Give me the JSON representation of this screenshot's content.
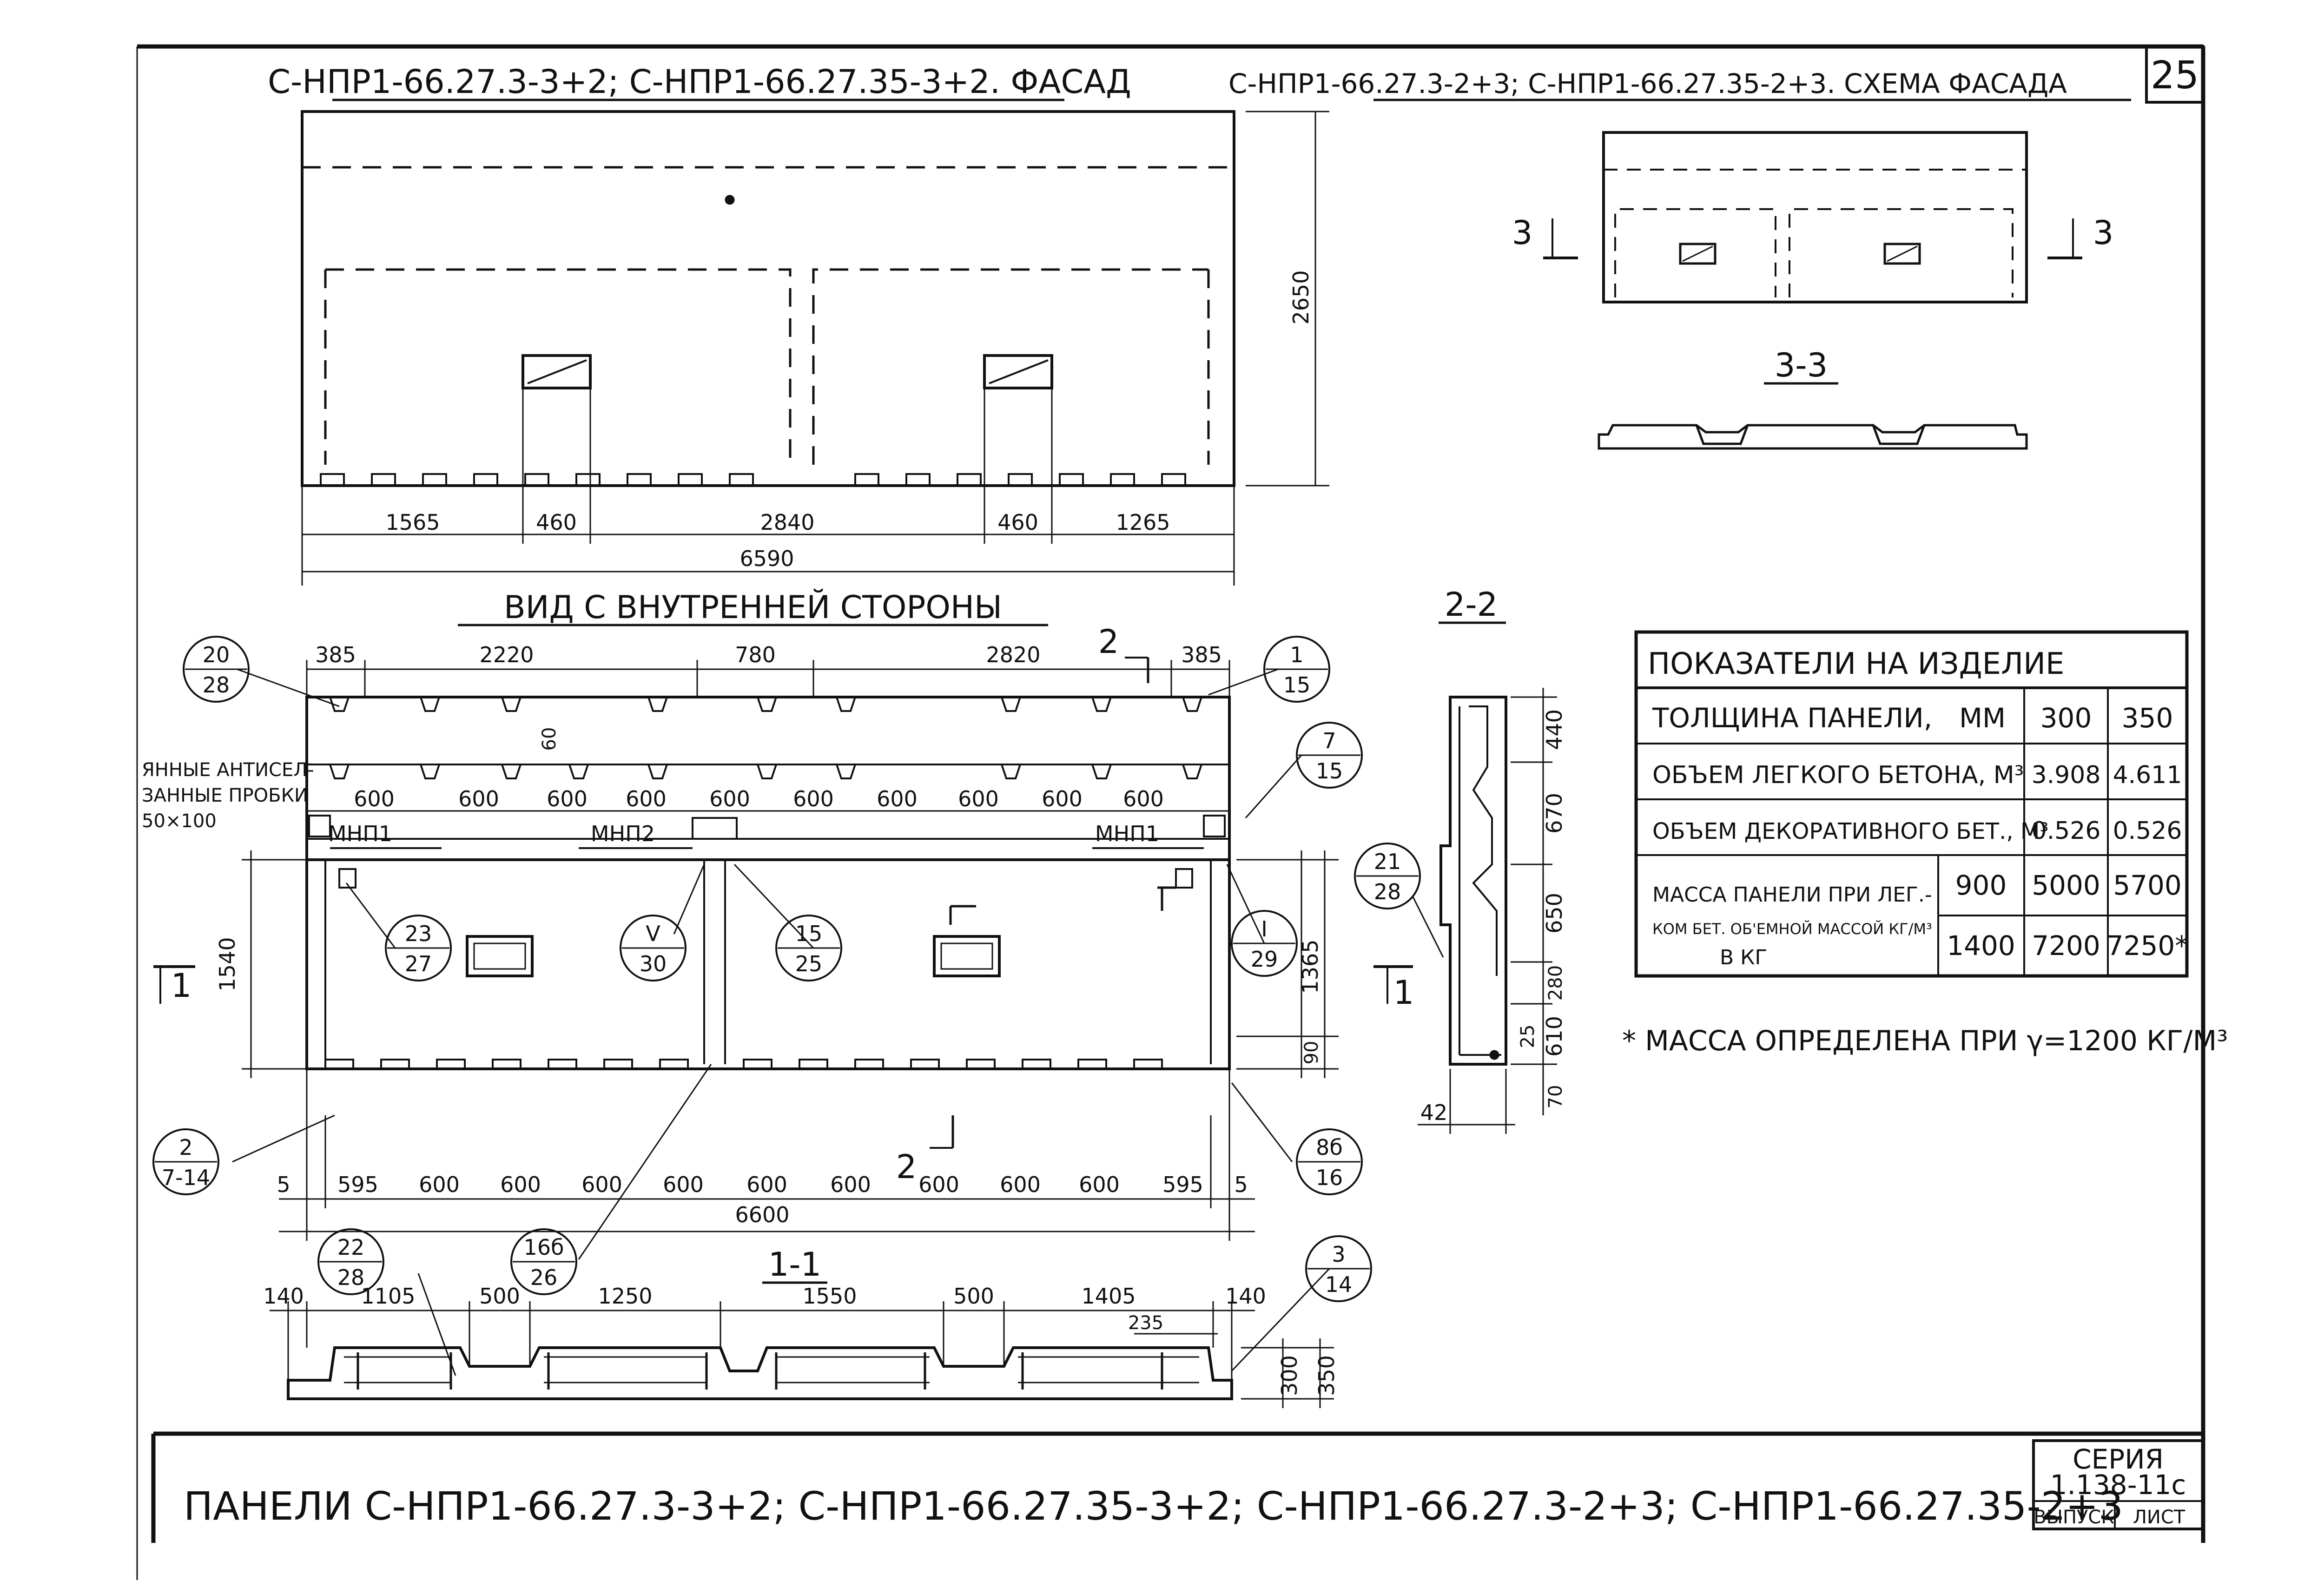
{
  "sheet_number": "25",
  "titles": {
    "facade": "С-НПР1-66.27.3-3+2; С-НПР1-66.27.35-3+2. ФАСАД",
    "facade_scheme": "С-НПР1-66.27.3-2+3; С-НПР1-66.27.35-2+3. СХЕМА ФАСАДА",
    "inner_view": "ВИД С ВНУТРЕННЕЙ СТОРОНЫ",
    "section_2": "2-2",
    "section_3": "3-3",
    "section_1": "1-1"
  },
  "facade_dims": {
    "segments": [
      "1565",
      "460",
      "2840",
      "460",
      "1265"
    ],
    "total": "6590",
    "height": "2650"
  },
  "inner_dims": {
    "top_segments": [
      "385",
      "2220",
      "780",
      "2820",
      "385"
    ],
    "sixty": "60",
    "row_600": [
      "600",
      "600",
      "600",
      "600",
      "600",
      "600",
      "600",
      "600",
      "600",
      "600"
    ],
    "bottom_segments": [
      "5",
      "595",
      "600",
      "600",
      "600",
      "600",
      "600",
      "600",
      "600",
      "600",
      "600",
      "595",
      "5"
    ],
    "total": "6600",
    "left_height": "1540",
    "right_heights": [
      "1365",
      "90"
    ]
  },
  "inner_labels": {
    "mnp1_left": "МНП1",
    "mnp2": "МНП2",
    "mnp1_right": "МНП1",
    "side_note_1": "ЯННЫЕ АНТИСЕЛ-",
    "side_note_2": "ЗАННЫЕ ПРОБКИ",
    "side_note_3": "50×100"
  },
  "callouts": [
    {
      "top": "20",
      "bottom": "28"
    },
    {
      "top": "1",
      "bottom": "15"
    },
    {
      "top": "7",
      "bottom": "15"
    },
    {
      "top": "23",
      "bottom": "27"
    },
    {
      "top": "V",
      "bottom": "30"
    },
    {
      "top": "15",
      "bottom": "25"
    },
    {
      "top": "I",
      "bottom": "29"
    },
    {
      "top": "21",
      "bottom": "28"
    },
    {
      "top": "2",
      "bottom": "7-14"
    },
    {
      "top": "8б",
      "bottom": "16"
    },
    {
      "top": "22",
      "bottom": "28"
    },
    {
      "top": "16б",
      "bottom": "26"
    },
    {
      "top": "3",
      "bottom": "14"
    }
  ],
  "section_marks": {
    "one": "1",
    "two": "2",
    "three": "3"
  },
  "section_22_dims": [
    "440",
    "670",
    "650",
    "280",
    "610",
    "25",
    "70",
    "42"
  ],
  "section_11_dims": [
    "140",
    "1105",
    "500",
    "1250",
    "1550",
    "500",
    "1405",
    "140",
    "235",
    "300",
    "350"
  ],
  "table": {
    "title": "ПОКАЗАТЕЛИ НА ИЗДЕЛИЕ",
    "rows": [
      {
        "label": "ТОЛЩИНА ПАНЕЛИ,",
        "unit": "ММ",
        "v300": "300",
        "v350": "350"
      },
      {
        "label": "ОБЪЕМ ЛЕГКОГО БЕТОНА, М³",
        "v300": "3.908",
        "v350": "4.611"
      },
      {
        "label": "ОБЪЕМ ДЕКОРАТИВНОГО БЕТ., М³",
        "v300": "0.526",
        "v350": "0.526"
      }
    ],
    "mass_label_1": "МАССА ПАНЕЛИ ПРИ ЛЕГ.-",
    "mass_label_2": "КОМ БЕТ. ОБ'ЕМНОЙ МАССОЙ КГ/М³",
    "mass_label_3": "В КГ",
    "mass_rows": [
      {
        "density": "900",
        "v300": "5000",
        "v350": "5700"
      },
      {
        "density": "1400",
        "v300": "7200",
        "v350": "7250*"
      }
    ]
  },
  "footnote": "* МАССА ОПРЕДЕЛЕНА ПРИ γ=1200 КГ/М³",
  "bottom_title": "ПАНЕЛИ С-НПР1-66.27.3-3+2; С-НПР1-66.27.35-3+2; С-НПР1-66.27.3-2+3; С-НПР1-66.27.35-2+3",
  "stamp": {
    "series_label": "СЕРИЯ",
    "series_value": "1.138-11с",
    "issue": "ВЫПУСК",
    "sheet": "ЛИСТ"
  }
}
